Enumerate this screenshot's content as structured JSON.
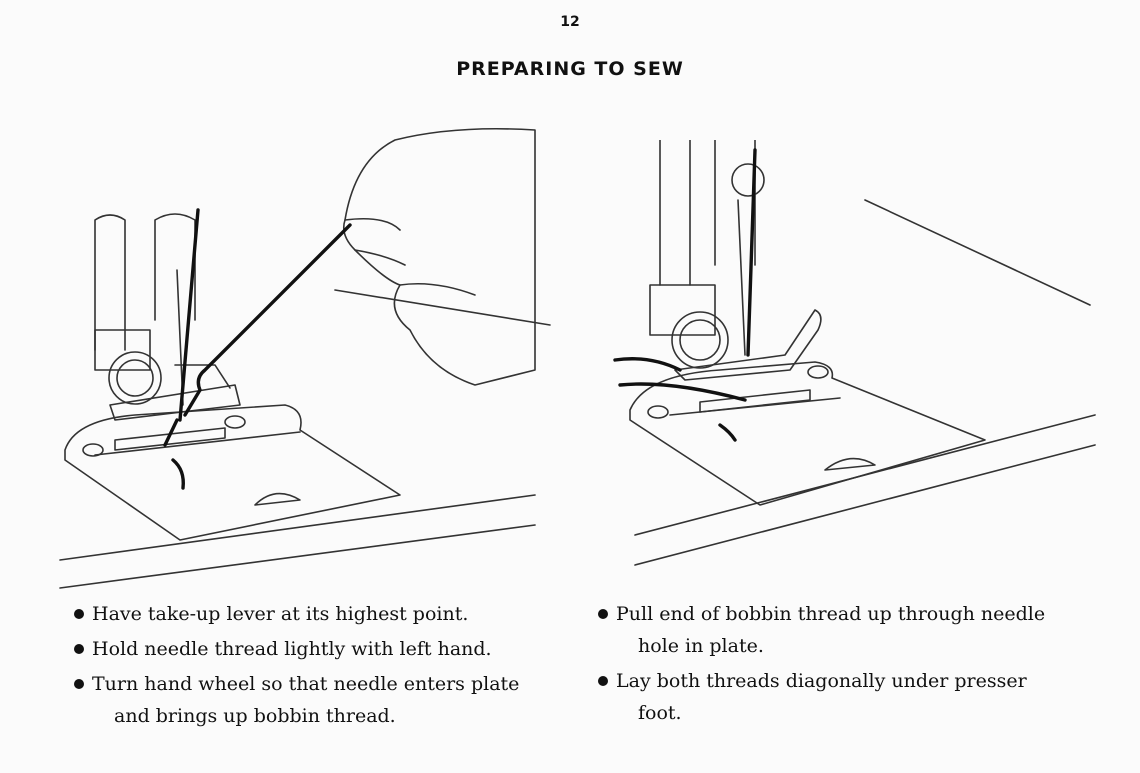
{
  "page": {
    "number": "12",
    "title": "PREPARING TO SEW"
  },
  "left_instructions": [
    {
      "line1": "Have take-up lever at its highest point.",
      "line2": ""
    },
    {
      "line1": "Hold needle thread lightly with left hand.",
      "line2": ""
    },
    {
      "line1": "Turn hand wheel so that needle enters plate",
      "line2": "and brings up bobbin thread."
    }
  ],
  "right_instructions": [
    {
      "line1": "Pull end of bobbin thread up through needle",
      "line2": "hole in plate."
    },
    {
      "line1": "Lay both threads diagonally under presser",
      "line2": "foot."
    }
  ]
}
